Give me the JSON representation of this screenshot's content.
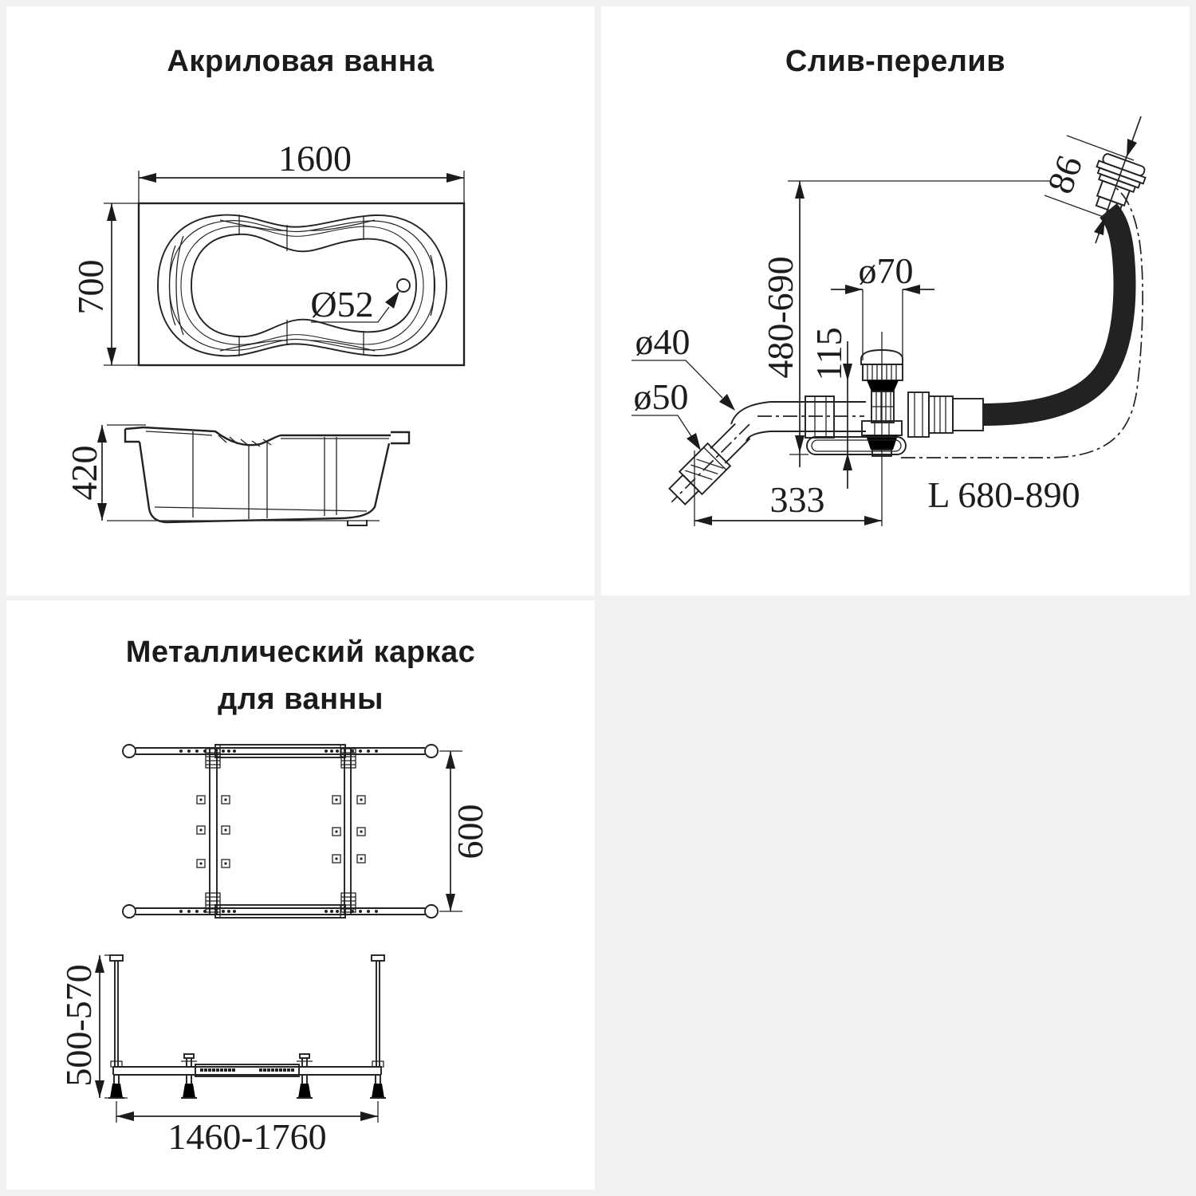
{
  "colors": {
    "page_bg": "#f1f1f3",
    "panel_bg": "#ffffff",
    "line_color": "#222222",
    "text_color": "#1b1b1b"
  },
  "bathtub_panel": {
    "title": "Акриловая ванна",
    "top_view": {
      "length": "1600",
      "width": "700",
      "drain_diameter": "Ø52"
    },
    "side_view": {
      "height": "420"
    }
  },
  "drain_panel": {
    "title": "Слив-перелив",
    "dims": {
      "overflow_face": "86",
      "install_height": "480-690",
      "valve_diameter": "ø70",
      "valve_height": "115",
      "pipe_d40": "ø40",
      "pipe_d50": "ø50",
      "horizontal_offset": "333",
      "hose_length": "L 680-890"
    }
  },
  "frame_panel": {
    "title_line1": "Металлический каркас",
    "title_line2": "для ванны",
    "dims": {
      "width": "600",
      "height_range": "500-570",
      "length_range": "1460-1760"
    }
  }
}
